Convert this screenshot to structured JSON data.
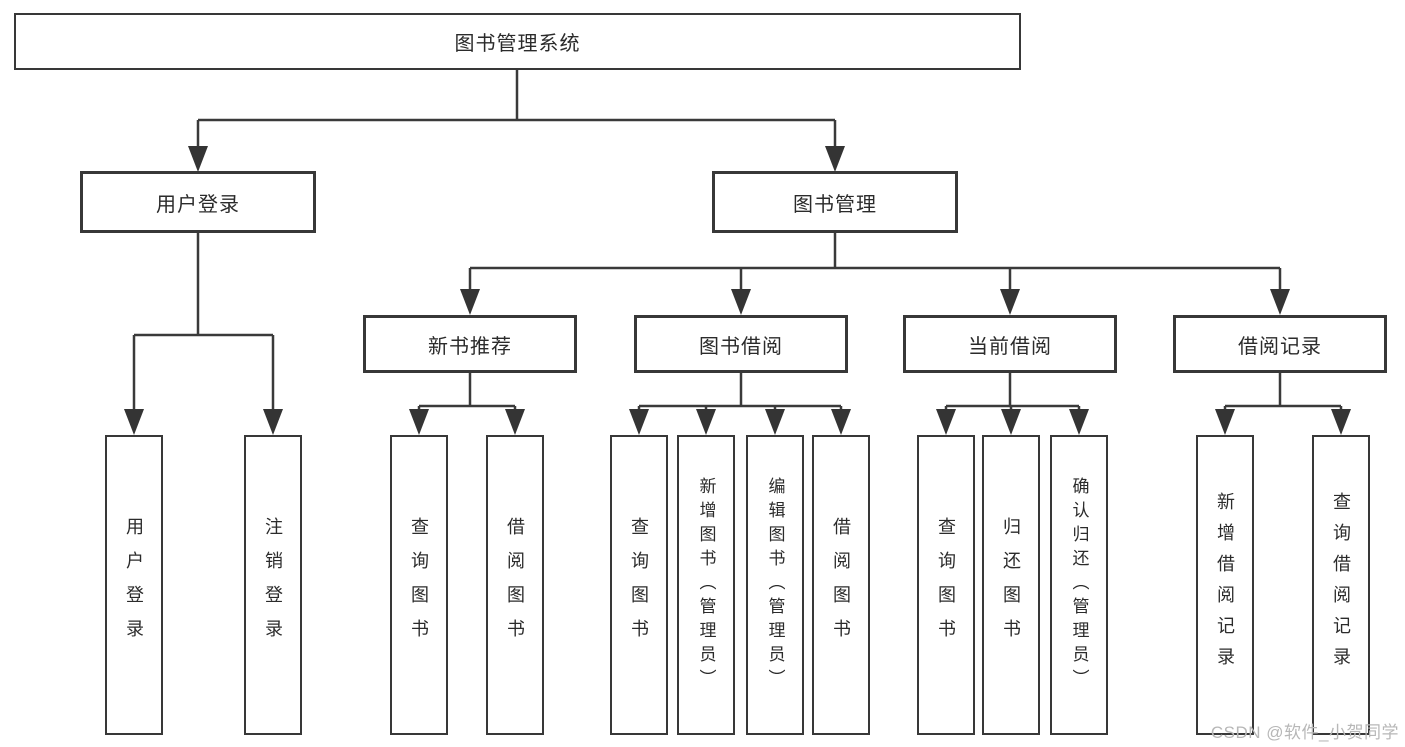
{
  "diagram": {
    "title_note": "functional structure tree",
    "root": {
      "label": "图书管理系统"
    },
    "branches": [
      {
        "label": "用户登录",
        "children": [
          {
            "label": "用户登录"
          },
          {
            "label": "注销登录"
          }
        ]
      },
      {
        "label": "图书管理",
        "sections": [
          {
            "label": "新书推荐",
            "children": [
              {
                "label": "查询图书"
              },
              {
                "label": "借阅图书"
              }
            ]
          },
          {
            "label": "图书借阅",
            "children": [
              {
                "label": "查询图书"
              },
              {
                "label": "新增图书（管理员）"
              },
              {
                "label": "编辑图书（管理员）"
              },
              {
                "label": "借阅图书"
              }
            ]
          },
          {
            "label": "当前借阅",
            "children": [
              {
                "label": "查询图书"
              },
              {
                "label": "归还图书"
              },
              {
                "label": "确认归还（管理员）"
              }
            ]
          },
          {
            "label": "借阅记录",
            "children": [
              {
                "label": "新增借阅记录"
              },
              {
                "label": "查询借阅记录"
              }
            ]
          }
        ]
      }
    ]
  },
  "watermark": {
    "text": "CSDN @软件_小贺同学"
  },
  "colors": {
    "line": "#3a3a3a",
    "border": "#383838",
    "text": "#2b2b2b",
    "background": "#ffffff",
    "watermark": "#b7b7b7"
  }
}
